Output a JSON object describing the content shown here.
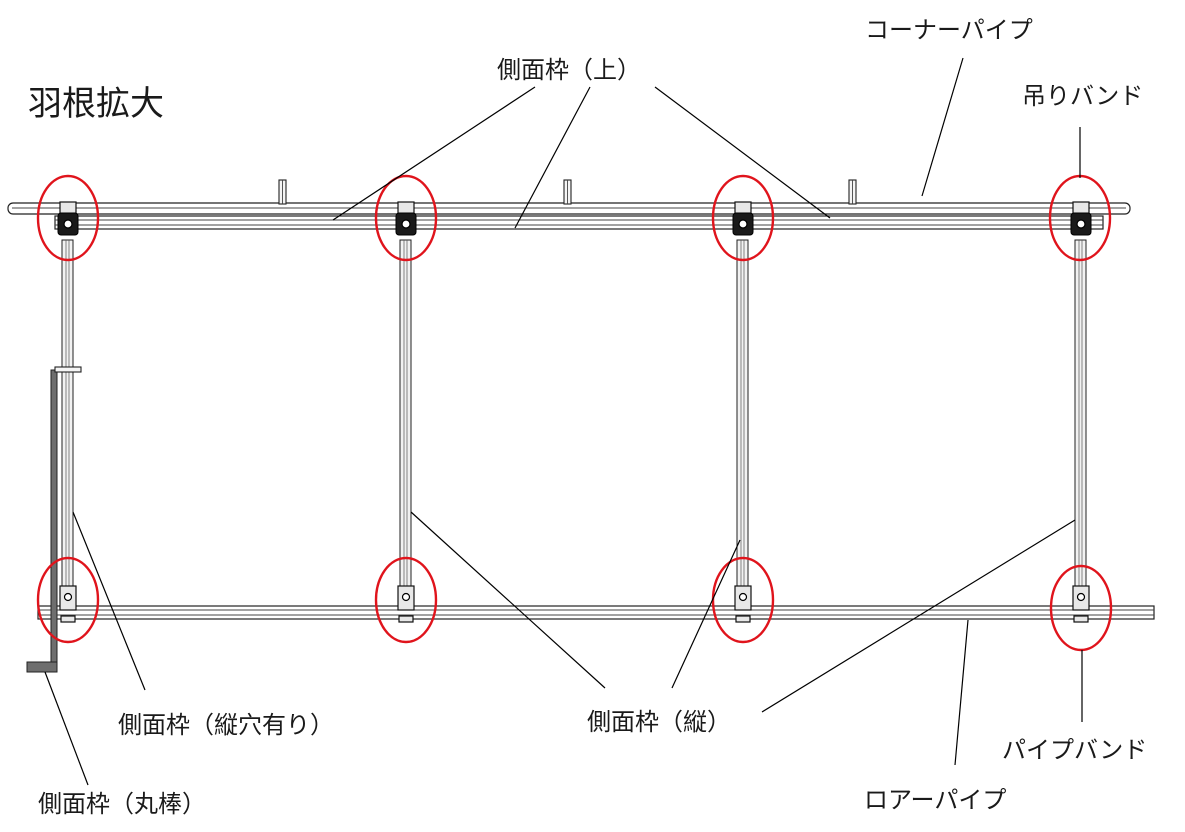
{
  "title": "羽根拡大",
  "labels": {
    "corner_pipe": "コーナーパイプ",
    "side_frame_top": "側面枠（上）",
    "hanging_band": "吊りバンド",
    "side_frame_vertical_hole": "側面枠（縦穴有り）",
    "side_frame_vertical": "側面枠（縦）",
    "pipe_band": "パイプバンド",
    "side_frame_round_bar": "側面枠（丸棒）",
    "lower_pipe": "ロアーパイプ"
  },
  "colors": {
    "highlight": "#e0141c",
    "line": "#000000",
    "text": "#1a1a1a"
  }
}
